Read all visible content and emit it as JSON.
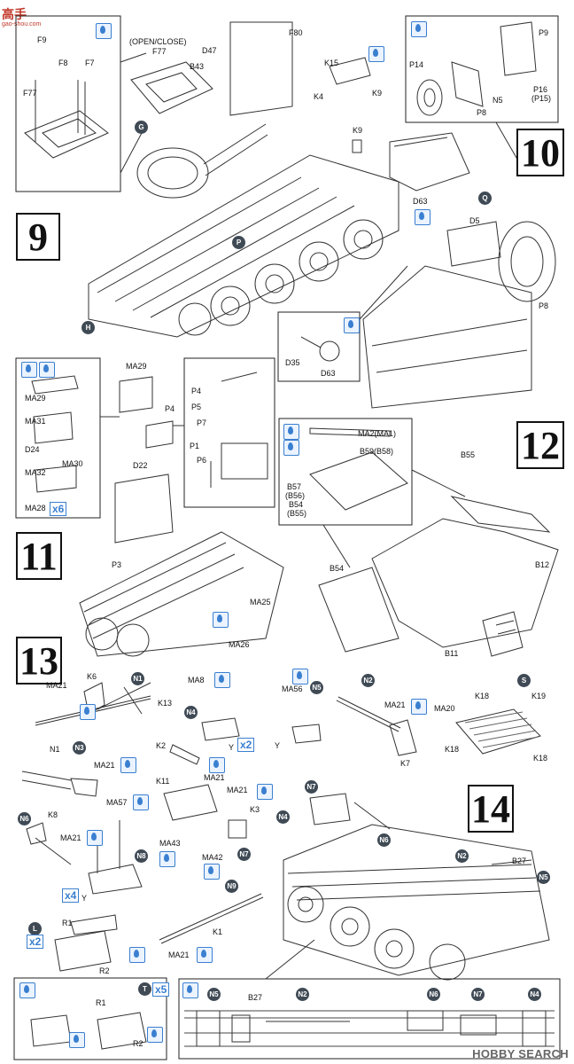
{
  "watermark": {
    "logo_top": "高手",
    "logo_sub": "gao-shou.com",
    "footer": "HOBBY SEARCH"
  },
  "steps": {
    "s9": "9",
    "s10": "10",
    "s11": "11",
    "s12": "12",
    "s13": "13",
    "s14": "14"
  },
  "step9": {
    "open_close": "(OPEN/CLOSE)",
    "f9": "F9",
    "f8": "F8",
    "f7": "F7",
    "f77a": "F77",
    "f77b": "F77",
    "b43": "B43",
    "d47": "D47",
    "f80": "F80",
    "k15": "K15",
    "k4": "K4",
    "k9a": "K9",
    "k9b": "K9",
    "g": "G",
    "p": "P",
    "h": "H"
  },
  "step10": {
    "p9": "P9",
    "p14": "P14",
    "n5": "N5",
    "p8a": "P8",
    "p16": "P16",
    "p15": "(P15)",
    "q": "Q",
    "d63a": "D63",
    "d5": "D5",
    "p8b": "P8",
    "d35": "D35",
    "d63b": "D63"
  },
  "step11": {
    "ma29a": "MA29",
    "ma29b": "MA29",
    "ma31": "MA31",
    "d24": "D24",
    "ma30": "MA30",
    "ma32": "MA32",
    "ma28": "MA28",
    "x6": "x6",
    "d22": "D22",
    "p4a": "P4",
    "p4b": "P4",
    "p5": "P5",
    "p7": "P7",
    "p1": "P1",
    "p6": "P6",
    "p3": "P3",
    "ma25": "MA25",
    "ma26": "MA26"
  },
  "step12": {
    "ma2": "MA2(MA1)",
    "b59": "B59(B58)",
    "b57": "B57",
    "b56": "(B56)",
    "b54a": "B54",
    "b55a": "(B55)",
    "b55": "B55",
    "b54": "B54",
    "b12": "B12",
    "b11": "B11"
  },
  "step13": {
    "ma21a": "MA21",
    "k6": "K6",
    "n1a": "N1",
    "k13": "K13",
    "ma8": "MA8",
    "n4": "N4",
    "x2": "x2",
    "ya": "Y",
    "ma56": "MA56",
    "n5": "N5",
    "yb": "Y",
    "n2": "N2",
    "ma21b": "MA21",
    "k7": "K7",
    "s": "S",
    "k18a": "K18",
    "k19": "K19",
    "ma20": "MA20",
    "k18b": "K18",
    "k18c": "K18",
    "n3": "N3",
    "n1b": "N1",
    "ma21c": "MA21",
    "k2": "K2",
    "k11": "K11",
    "ma21d": "MA21",
    "ma21e": "MA21",
    "k3": "K3",
    "ma43": "MA43",
    "ma42": "MA42",
    "n7": "N7",
    "n6": "N6",
    "k8": "K8",
    "ma21f": "MA21",
    "ma57": "MA57",
    "n8": "N8",
    "x4": "x4",
    "yc": "Y",
    "n9": "N9",
    "k1": "K1",
    "ma21g": "MA21",
    "l": "L",
    "x2b": "x2",
    "r1a": "R1",
    "r2a": "R2",
    "t": "T",
    "x5": "x5",
    "r1b": "R1",
    "r2b": "R2"
  },
  "step14": {
    "n7": "N7",
    "n4": "N4",
    "n6": "N6",
    "n2": "N2",
    "b27": "B27",
    "n5": "N5",
    "d_n5": "N5",
    "d_b27": "B27",
    "d_n2": "N2",
    "d_n6": "N6",
    "d_n7": "N7",
    "d_n4": "N4"
  }
}
